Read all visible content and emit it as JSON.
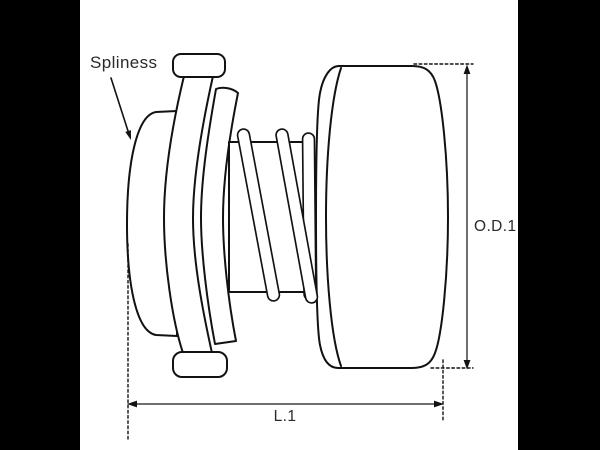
{
  "figure": {
    "type": "technical-line-drawing",
    "subject": "starter-drive-pinion-assembly",
    "labels": {
      "spliness": "Spliness",
      "od1": "O.D.1",
      "l1": "L.1"
    },
    "colors": {
      "pillarbox": "#000000",
      "paper": "#ffffff",
      "outline": "#121212",
      "dimension_line": "#6f6f6f",
      "text": "#2a2a2a"
    }
  }
}
